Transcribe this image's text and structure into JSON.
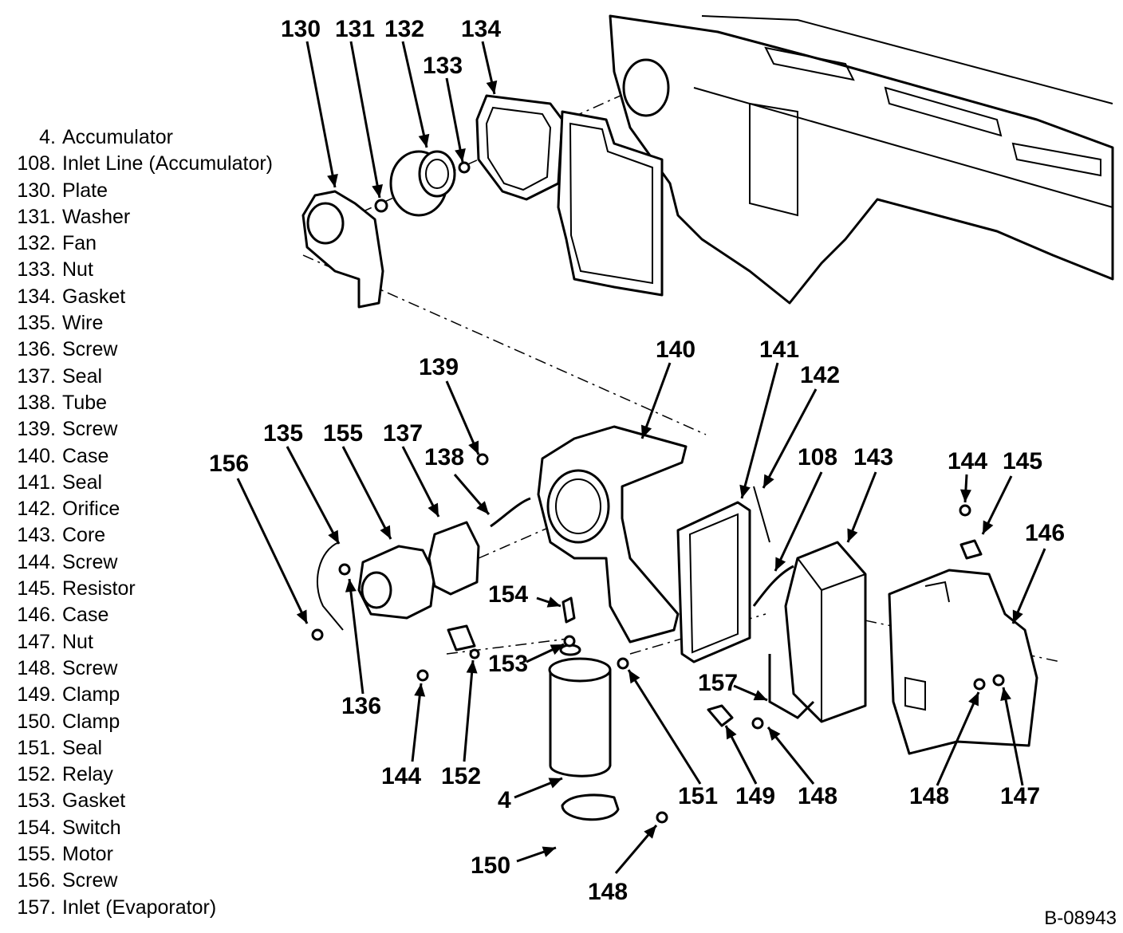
{
  "legend": [
    {
      "num": "4.",
      "name": "Accumulator"
    },
    {
      "num": "108.",
      "name": "Inlet Line (Accumulator)"
    },
    {
      "num": "130.",
      "name": "Plate"
    },
    {
      "num": "131.",
      "name": "Washer"
    },
    {
      "num": "132.",
      "name": "Fan"
    },
    {
      "num": "133.",
      "name": "Nut"
    },
    {
      "num": "134.",
      "name": "Gasket"
    },
    {
      "num": "135.",
      "name": "Wire"
    },
    {
      "num": "136.",
      "name": "Screw"
    },
    {
      "num": "137.",
      "name": "Seal"
    },
    {
      "num": "138.",
      "name": "Tube"
    },
    {
      "num": "139.",
      "name": "Screw"
    },
    {
      "num": "140.",
      "name": "Case"
    },
    {
      "num": "141.",
      "name": "Seal"
    },
    {
      "num": "142.",
      "name": "Orifice"
    },
    {
      "num": "143.",
      "name": "Core"
    },
    {
      "num": "144.",
      "name": "Screw"
    },
    {
      "num": "145.",
      "name": "Resistor"
    },
    {
      "num": "146.",
      "name": "Case"
    },
    {
      "num": "147.",
      "name": "Nut"
    },
    {
      "num": "148.",
      "name": "Screw"
    },
    {
      "num": "149.",
      "name": "Clamp"
    },
    {
      "num": "150.",
      "name": "Clamp"
    },
    {
      "num": "151.",
      "name": "Seal"
    },
    {
      "num": "152.",
      "name": "Relay"
    },
    {
      "num": "153.",
      "name": "Gasket"
    },
    {
      "num": "154.",
      "name": "Switch"
    },
    {
      "num": "155.",
      "name": "Motor"
    },
    {
      "num": "156.",
      "name": "Screw"
    },
    {
      "num": "157.",
      "name": "Inlet (Evaporator)"
    }
  ],
  "callouts": {
    "c130": "130",
    "c131": "131",
    "c132": "132",
    "c133": "133",
    "c134": "134",
    "c139": "139",
    "c140": "140",
    "c141": "141",
    "c142": "142",
    "c135": "135",
    "c155": "155",
    "c137": "137",
    "c138": "138",
    "c156": "156",
    "c108": "108",
    "c143": "143",
    "c144a": "144",
    "c145": "145",
    "c146": "146",
    "c154": "154",
    "c153": "153",
    "c136": "136",
    "c144b": "144",
    "c152": "152",
    "c4": "4",
    "c151": "151",
    "c157": "157",
    "c149": "149",
    "c148a": "148",
    "c148b": "148",
    "c147": "147",
    "c150": "150",
    "c148c": "148"
  },
  "figure_code": "B-08943"
}
